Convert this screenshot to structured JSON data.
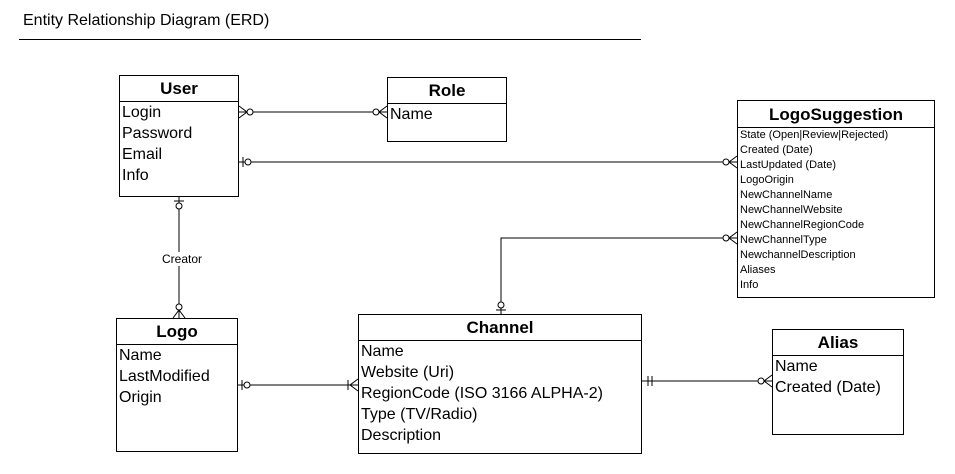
{
  "title": "Entity Relationship Diagram (ERD)",
  "entities": {
    "user": {
      "name": "User",
      "attributes": [
        "Login",
        "Password",
        "Email",
        "Info"
      ]
    },
    "role": {
      "name": "Role",
      "attributes": [
        "Name"
      ]
    },
    "logo_suggestion": {
      "name": "LogoSuggestion",
      "attributes": [
        "State (Open|Review|Rejected)",
        "Created (Date)",
        "LastUpdated (Date)",
        "LogoOrigin",
        "NewChannelName",
        "NewChannelWebsite",
        "NewChannelRegionCode",
        "NewChannelType",
        "NewchannelDescription",
        "Aliases",
        "Info"
      ]
    },
    "logo": {
      "name": "Logo",
      "attributes": [
        "Name",
        "LastModified",
        "Origin"
      ]
    },
    "channel": {
      "name": "Channel",
      "attributes": [
        "Name",
        "Website (Uri)",
        "RegionCode (ISO 3166 ALPHA-2)",
        "Type (TV/Radio)",
        "Description"
      ]
    },
    "alias": {
      "name": "Alias",
      "attributes": [
        "Name",
        "Created (Date)"
      ]
    }
  },
  "relationships": [
    {
      "from": "User",
      "to": "Role",
      "from_end": "zero-or-many",
      "to_end": "zero-or-many"
    },
    {
      "from": "User",
      "to": "LogoSuggestion",
      "from_end": "zero-or-one",
      "to_end": "zero-or-many"
    },
    {
      "from": "User",
      "to": "Logo",
      "from_end": "zero-or-one",
      "to_end": "zero-or-many",
      "label": "Creator"
    },
    {
      "from": "Channel",
      "to": "LogoSuggestion",
      "from_end": "zero-or-one",
      "to_end": "zero-or-many"
    },
    {
      "from": "Logo",
      "to": "Channel",
      "from_end": "zero-or-one",
      "to_end": "one-or-many"
    },
    {
      "from": "Channel",
      "to": "Alias",
      "from_end": "exactly-one",
      "to_end": "zero-or-many"
    }
  ]
}
